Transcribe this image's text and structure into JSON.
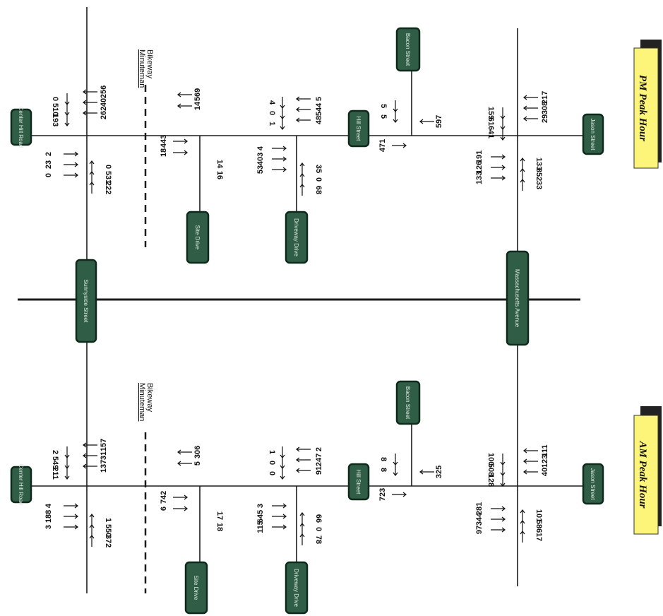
{
  "panels": {
    "pm": {
      "label": "PM Peak Hour"
    },
    "am": {
      "label": "AM Peak Hour"
    }
  },
  "bikeway": {
    "line1": "Minuteman",
    "line2": "Bikeway"
  },
  "streets": {
    "sunnyside": "Sunnyside Street",
    "massachusetts": "Massachusetts Avenue",
    "pm_center_hill": "Center Hill Road",
    "pm_site_drive": "Site Drive",
    "pm_driveway": "Driveway Drive",
    "pm_hill_street": "Hill Street",
    "pm_bacon": "Bacon Street",
    "pm_jason": "Jason Street",
    "am_center_hill": "Center Hill Road",
    "am_site_drive": "Site Drive",
    "am_driveway": "Driveway Drive",
    "am_hill_street": "Hill Street",
    "am_bacon": "Bacon Street",
    "am_jason": "Jason Street"
  },
  "pm_volumes": {
    "i1_n": [
      "0",
      "510",
      "193"
    ],
    "i1_e": [
      "256",
      "40",
      "262"
    ],
    "i1_w": [
      "2",
      "23",
      "0"
    ],
    "i1_s": [
      "0",
      "531",
      "222"
    ],
    "i2_e": [
      "569",
      "14"
    ],
    "i2_w": [
      "443",
      "18"
    ],
    "i2_s": [
      "14",
      "16"
    ],
    "i3_n": [
      "4",
      "0",
      "1"
    ],
    "i3_e": [
      "5",
      "544",
      "48"
    ],
    "i3_w": [
      "4",
      "403",
      "53"
    ],
    "i3_s": [
      "35",
      "0",
      "68"
    ],
    "i4_n": [
      "5",
      "5"
    ],
    "i4_e": [
      "597"
    ],
    "i4_w": [
      "471"
    ],
    "i5_n": [
      "159",
      "616",
      "41"
    ],
    "i5_e": [
      "217",
      "308",
      "29"
    ],
    "i5_w": [
      "191",
      "126",
      "133"
    ],
    "i5_s": [
      "133",
      "852",
      "33"
    ]
  },
  "am_volumes": {
    "i1_n": [
      "2",
      "549",
      "211"
    ],
    "i1_e": [
      "157",
      "31",
      "137"
    ],
    "i1_w": [
      "4",
      "188",
      "3"
    ],
    "i1_s": [
      "1",
      "550",
      "372"
    ],
    "i2_e": [
      "306",
      "5"
    ],
    "i2_w": [
      "742",
      "6"
    ],
    "i2_s": [
      "17",
      "18"
    ],
    "i3_n": [
      "1",
      "0",
      "0"
    ],
    "i3_e": [
      "2",
      "247",
      "91"
    ],
    "i3_w": [
      "3",
      "645",
      "115"
    ],
    "i3_s": [
      "66",
      "0",
      "78"
    ],
    "i4_n": [
      "8",
      "8"
    ],
    "i4_e": [
      "325"
    ],
    "i4_w": [
      "723"
    ],
    "i5_n": [
      "100",
      "508",
      "128"
    ],
    "i5_e": [
      "111",
      "123",
      "40"
    ],
    "i5_w": [
      "281",
      "344",
      "97"
    ],
    "i5_s": [
      "101",
      "586",
      "17"
    ]
  }
}
